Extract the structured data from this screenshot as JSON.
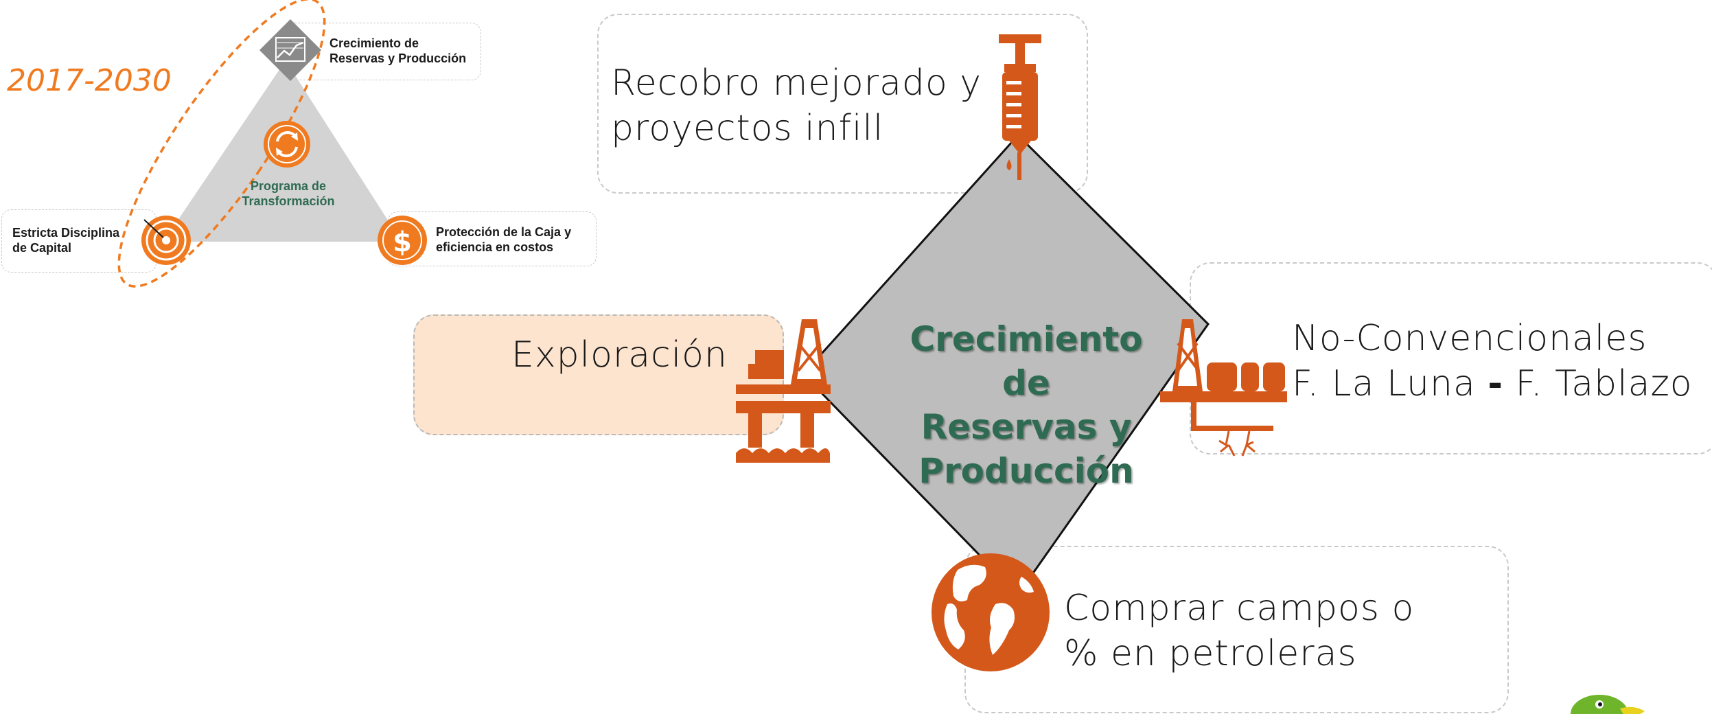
{
  "colors": {
    "accent_orange": "#d4581a",
    "bright_orange": "#ef7a20",
    "diamond_gray": "#bdbdbd",
    "triangle_gray": "#d3d3d3",
    "title_green": "#2f6b52",
    "exploracion_fill": "#fde4cf"
  },
  "inset": {
    "years": "2017-2030",
    "center_label": [
      "Programa de",
      "Transformación"
    ],
    "top_label": [
      "Crecimiento de",
      "Reservas y Producción"
    ],
    "left_label": [
      "Estricta Disciplina",
      "de Capital"
    ],
    "right_label": [
      "Protección de la Caja y",
      "eficiencia en costos"
    ]
  },
  "diagram": {
    "center_title": [
      "Crecimiento de",
      "Reservas y",
      "Producción"
    ],
    "top": {
      "lines": [
        "Recobro mejorado y",
        "proyectos infill"
      ],
      "icon": "syringe-icon"
    },
    "left": {
      "lines": [
        "Exploración"
      ],
      "icon": "offshore-rig-icon"
    },
    "right": {
      "line1": "No-Convencionales",
      "line2_a": "F. La Luna",
      "line2_sep": "-",
      "line2_b": "F. Tablazo",
      "icon": "fracking-rig-icon"
    },
    "bottom": {
      "lines": [
        "Comprar campos o",
        "% en petroleras"
      ],
      "icon": "globe-icon"
    }
  }
}
